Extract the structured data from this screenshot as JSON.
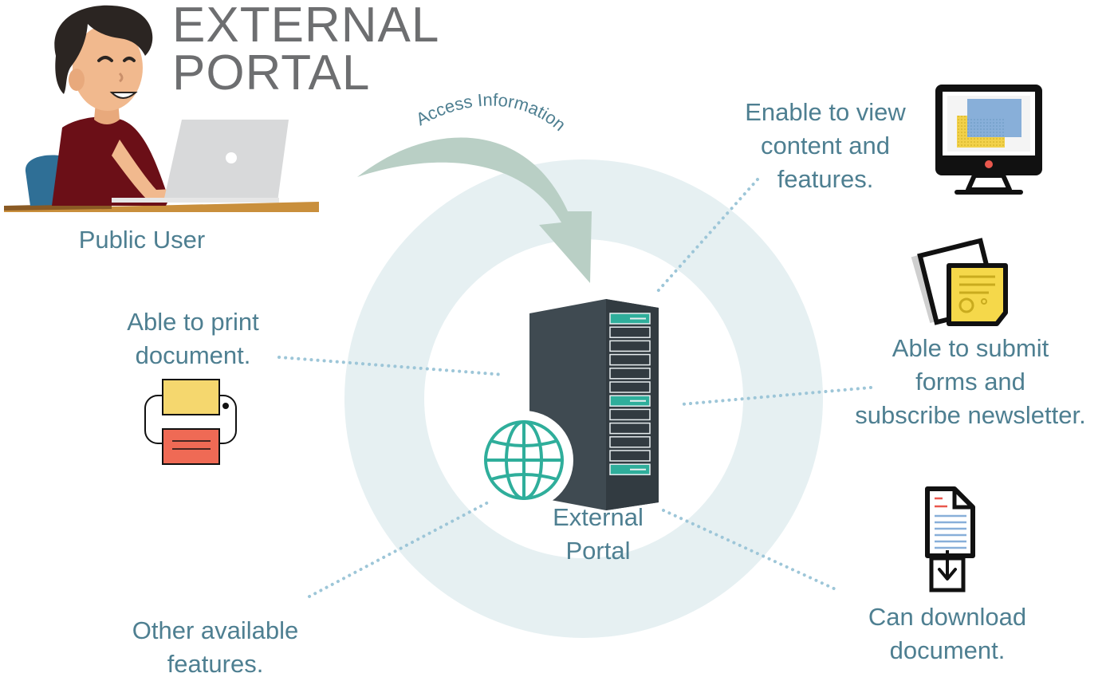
{
  "title": {
    "line1": "EXTERNAL",
    "line2": "PORTAL"
  },
  "arrow_label": "Access Information",
  "user_label": "Public User",
  "center_label": {
    "line1": "External",
    "line2": "Portal"
  },
  "features": {
    "view": {
      "line1": "Enable to view",
      "line2": "content and",
      "line3": "features.",
      "icon": "monitor-icon"
    },
    "submit": {
      "line1": "Able to submit",
      "line2": "forms and",
      "line3": "subscribe newsletter.",
      "icon": "form-document-icon"
    },
    "download": {
      "line1": "Can download",
      "line2": "document.",
      "icon": "download-document-icon"
    },
    "print": {
      "line1": "Able to print",
      "line2": "document.",
      "icon": "printer-icon"
    },
    "other": {
      "line1": "Other available",
      "line2": "features."
    }
  },
  "colors": {
    "label_text": "#4e7f91",
    "title_text": "#6d6e70",
    "ring": "#e6f0f2",
    "arrow": "#b9cfc5",
    "dotted_line": "#9dc6d8",
    "server": "#3f4a51",
    "server_accent": "#2fae9b",
    "globe": "#2fae9b"
  }
}
